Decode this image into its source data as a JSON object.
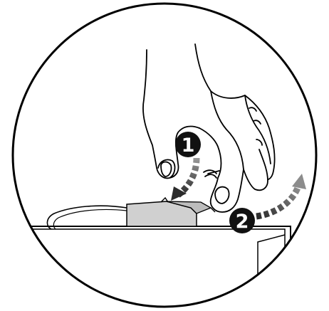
{
  "figure": {
    "steps": [
      {
        "number": "1",
        "action": "press-down"
      },
      {
        "number": "2",
        "action": "lift-up"
      }
    ],
    "colors": {
      "outline": "#000000",
      "badge": "#111111",
      "arrow_dark": "#2b2b2b",
      "arrow_light": "#8c8c8c",
      "device_fill": "#d0d0d0",
      "background": "#ffffff"
    },
    "icons": [
      "hand-illustration",
      "device-body-illustration",
      "latch-clip-illustration",
      "cable-illustration",
      "curved-arrow-down",
      "curved-arrow-up"
    ]
  }
}
